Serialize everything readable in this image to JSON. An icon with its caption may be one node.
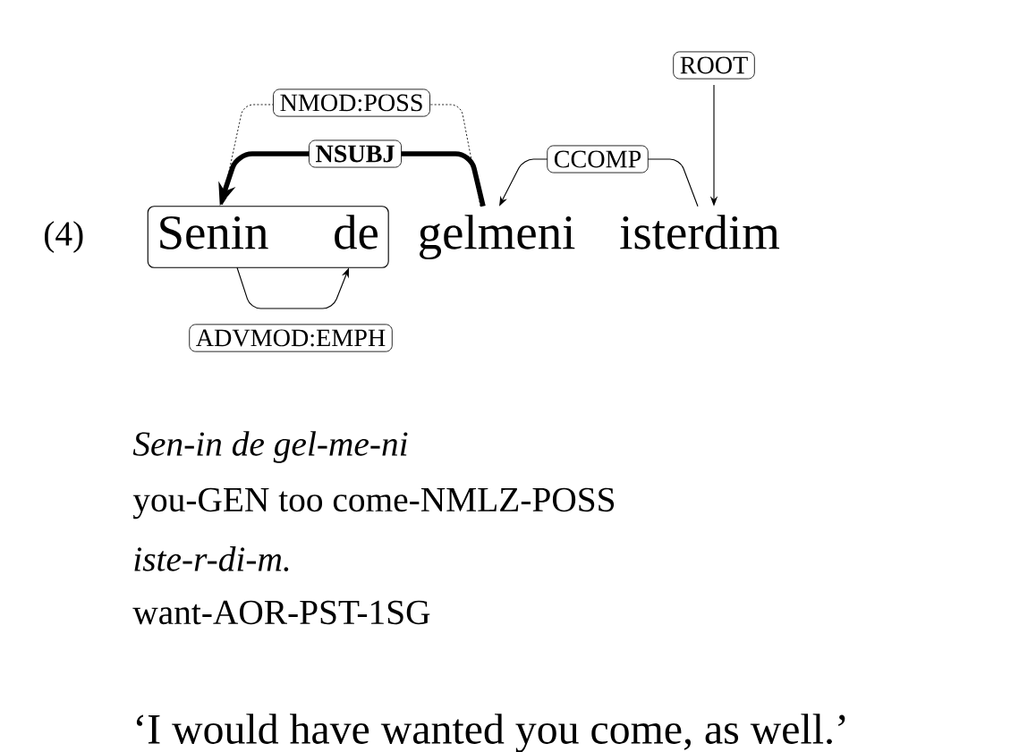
{
  "diagram": {
    "nodes": [
      {
        "text": [],
        "shape": "box"
      },
      {
        "text": [
          "Senin"
        ],
        "in": 0
      },
      {
        "text": [
          "de"
        ],
        "in": 0
      },
      {
        "text": [
          "gelmeni"
        ]
      },
      {
        "text": [
          "isterdim"
        ]
      }
    ],
    "edges": [
      {
        "from": 3,
        "to": 0,
        "arrow": "to",
        "label": "NSUBJ",
        "style": "thick"
      },
      {
        "from": 3,
        "to": 0,
        "arrow": "to",
        "label": "NMOD:POSS",
        "style": "dashed"
      },
      {
        "from": 4,
        "to": 3,
        "arrow": "to",
        "label": "CCOMP"
      },
      {
        "from": null,
        "to": 4,
        "arrow": "to",
        "label": "ROOT"
      },
      {
        "from": 1,
        "to": 2,
        "arrow": "to",
        "label": "ADVMOD:EMPH"
      }
    ],
    "labels": [
      "(4)",
      "Sen-in de gel-me-ni",
      "you-GEN too come-NMLZ-POSS",
      "iste-r-di-m.",
      "want-AOR-PST-1SG",
      "‘I would have wanted you come, as well.’"
    ]
  }
}
